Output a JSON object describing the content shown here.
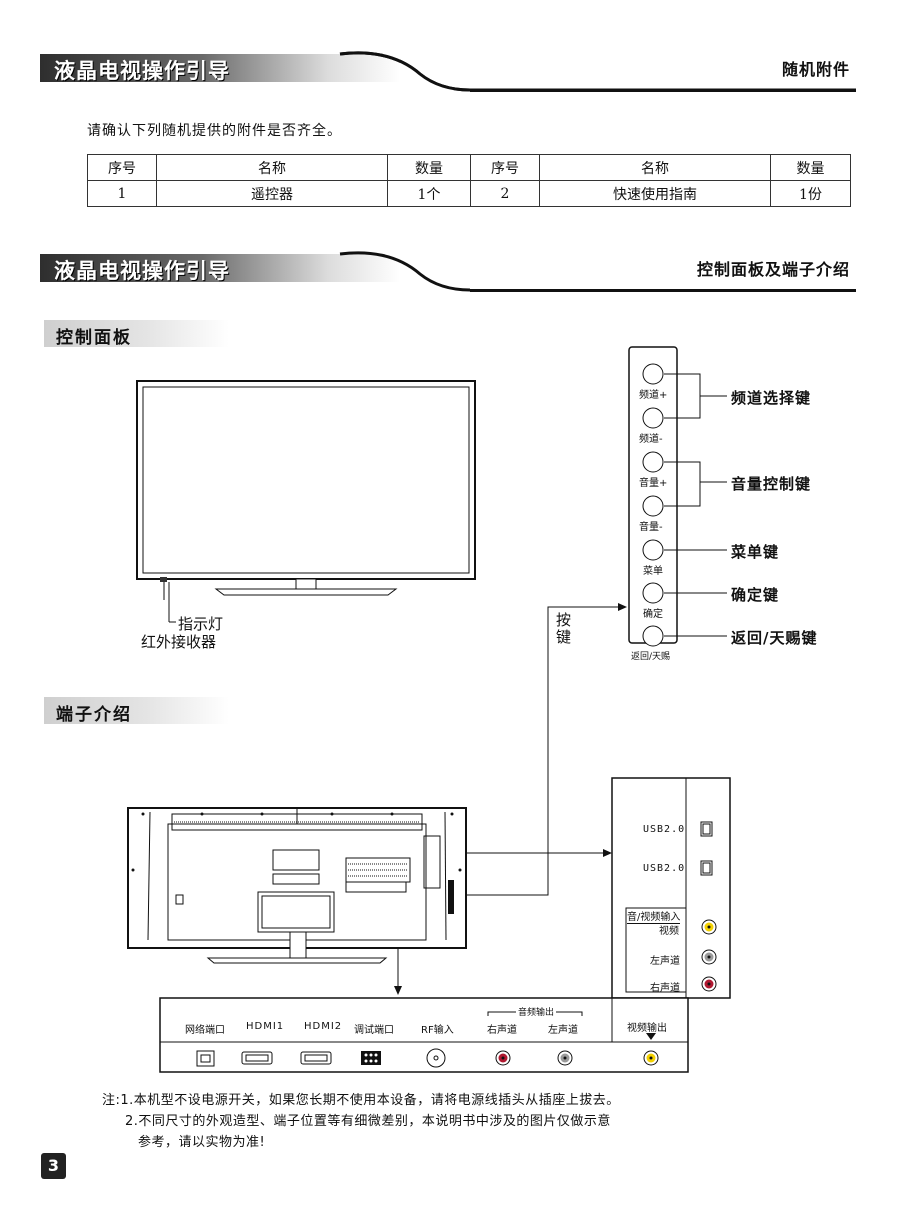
{
  "section1": {
    "banner_title": "液晶电视操作引导",
    "banner_right": "随机附件"
  },
  "accessories": {
    "intro": "请确认下列随机提供的附件是否齐全。",
    "headers": [
      "序号",
      "名称",
      "数量",
      "序号",
      "名称",
      "数量"
    ],
    "row": [
      "1",
      "遥控器",
      "1个",
      "2",
      "快速使用指南",
      "1份"
    ]
  },
  "section2": {
    "banner_title": "液晶电视操作引导",
    "banner_right": "控制面板及端子介绍"
  },
  "control_panel": {
    "heading": "控制面板",
    "indicator_label": "指示灯",
    "ir_label": "红外接收器",
    "keys_label": "按键",
    "buttons": [
      "频道+",
      "频道-",
      "音量+",
      "音量-",
      "菜单",
      "确定",
      "返回/天赐"
    ],
    "groups": [
      "频道选择键",
      "音量控制键",
      "菜单键",
      "确定键",
      "返回/天赐键"
    ]
  },
  "terminals": {
    "heading": "端子介绍",
    "side_panel": {
      "usb1": "USB2.0",
      "usb2": "USB2.0",
      "av_title": "音/视频输入",
      "video": "视频",
      "left": "左声道",
      "right": "右声道"
    },
    "bottom_panel": {
      "network": "网络端口",
      "hdmi1": "HDMI1",
      "hdmi2": "HDMI2",
      "debug": "调试端口",
      "rf": "RF输入",
      "audio_out": "音频输出",
      "audio_right": "右声道",
      "audio_left": "左声道",
      "video_out": "视频输出"
    },
    "colors": {
      "yellow": "#f3d100",
      "red": "#b01830",
      "gray": "#9a9a9a"
    }
  },
  "notes": {
    "line1": "注:1.本机型不设电源开关，如果您长期不使用本设备，请将电源线插头从插座上拔去。",
    "line2": "2.不同尺寸的外观造型、端子位置等有细微差别，本说明书中涉及的图片仅做示意",
    "line3": "参考，请以实物为准!"
  },
  "page_number": "3"
}
